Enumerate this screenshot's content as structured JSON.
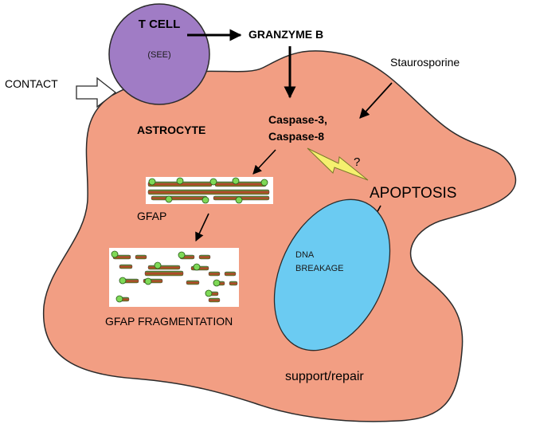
{
  "labels": {
    "t_cell": "T CELL",
    "see": "(SEE)",
    "granzyme": "GRANZYME B",
    "staurosporine": "Staurosporine",
    "contact": "CONTACT",
    "astrocyte": "ASTROCYTE",
    "caspase_line1": "Caspase-3,",
    "caspase_line2": "Caspase-8",
    "question": "?",
    "apoptosis": "APOPTOSIS",
    "gfap": "GFAP",
    "dna_line1": "DNA",
    "dna_line2": "BREAKAGE",
    "gfap_fragmentation": "GFAP FRAGMENTATION",
    "support_repair": "support/repair"
  },
  "colors": {
    "cell_body": "#F29E83",
    "t_cell": "#A07CC5",
    "nucleus": "#6BCBF2",
    "lightning": "#F5F06E",
    "filament_green": "#3DAA3D",
    "filament_red": "#C0392B",
    "node": "#7ED957"
  }
}
